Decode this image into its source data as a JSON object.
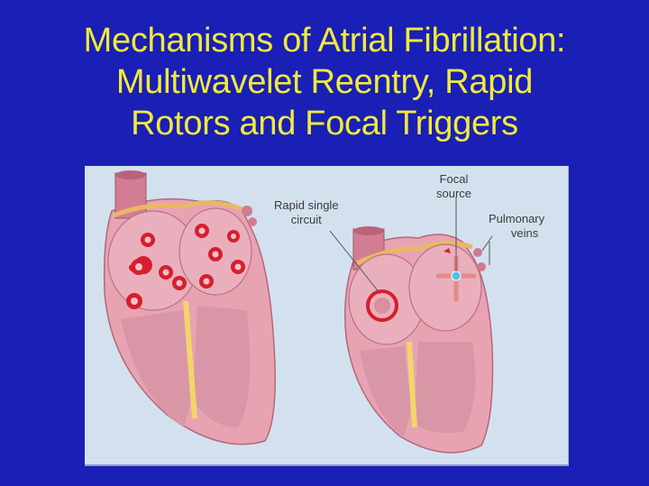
{
  "slide": {
    "title_lines": [
      "Mechanisms of Atrial Fibrillation:",
      "Multiwavelet Reentry, Rapid",
      "Rotors and Focal Triggers"
    ],
    "colors": {
      "background": "#1a1fb5",
      "title_text": "#f0ea3c",
      "panel_bg": "#d3e1ef",
      "heart_pink": "#e7a5b4",
      "wavelet_red": "#d81e2c",
      "focal_dot": "#47c8e6"
    }
  },
  "illustration": {
    "left_heart": {
      "description": "Multiwavelet reentry: multiple red wavelets in both atria"
    },
    "right_heart": {
      "description": "Rapid single circuit in one atrium; focal source near pulmonary veins"
    },
    "labels": {
      "rapid_single_circuit": [
        "Rapid single",
        "circuit"
      ],
      "focal_source": [
        "Focal",
        "source"
      ],
      "pulmonary_veins": [
        "Pulmonary",
        "veins"
      ]
    }
  }
}
